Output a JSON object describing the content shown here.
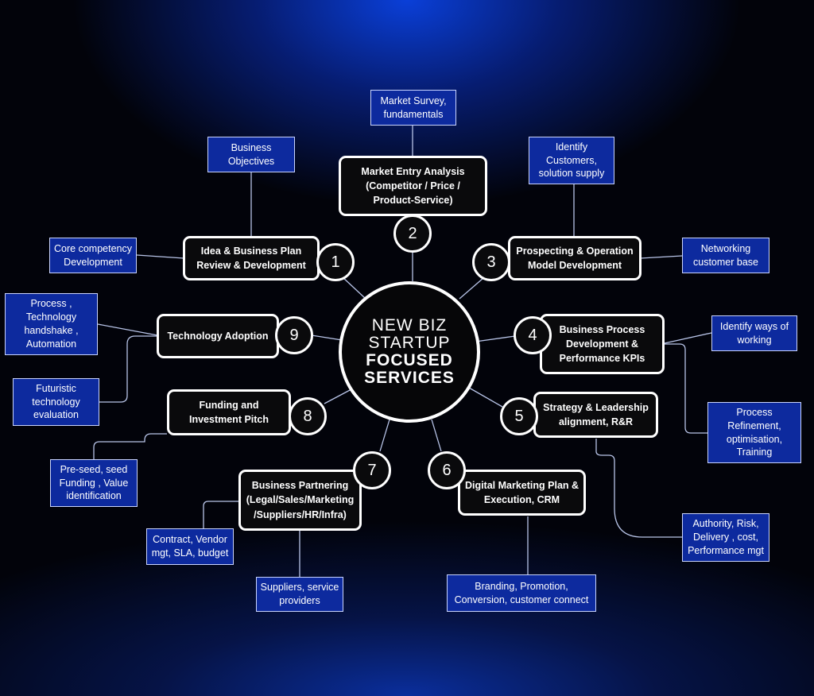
{
  "center": {
    "line1": "NEW BIZ",
    "line2": "STARTUP",
    "line3": "FOCUSED",
    "line4": "SERVICES"
  },
  "nodes": [
    {
      "number": "1",
      "label": "Idea & Business Plan\nReview & Development"
    },
    {
      "number": "2",
      "label": "Market Entry Analysis\n(Competitor / Price /\nProduct-Service)"
    },
    {
      "number": "3",
      "label": "Prospecting & Operation\nModel Development"
    },
    {
      "number": "4",
      "label": "Business Process\nDevelopment &\nPerformance KPIs"
    },
    {
      "number": "5",
      "label": "Strategy & Leadership\nalignment, R&R"
    },
    {
      "number": "6",
      "label": "Digital Marketing Plan &\nExecution, CRM"
    },
    {
      "number": "7",
      "label": "Business Partnering\n(Legal/Sales/Marketing\n/Suppliers/HR/Infra)"
    },
    {
      "number": "8",
      "label": "Funding and\nInvestment Pitch"
    },
    {
      "number": "9",
      "label": "Technology Adoption"
    }
  ],
  "leaves": {
    "business_objectives": "Business\nObjectives",
    "core_competency": "Core competency\nDevelopment",
    "market_survey": "Market Survey,\nfundamentals",
    "identify_customers": "Identify\nCustomers,\nsolution supply",
    "networking": "Networking\ncustomer base",
    "identify_ways": "Identify ways of\nworking",
    "process_refinement": "Process\nRefinement,\noptimisation,\nTraining",
    "authority_risk": "Authority, Risk,\nDelivery , cost,\nPerformance mgt",
    "branding": "Branding, Promotion,\nConversion, customer connect",
    "suppliers": "Suppliers, service\nproviders",
    "contract_vendor": "Contract, Vendor\nmgt, SLA, budget",
    "preseed": "Pre-seed, seed\nFunding , Value\nidentification",
    "futuristic": "Futuristic\ntechnology\nevaluation",
    "process_tech": "Process ,\nTechnology\nhandshake ,\nAutomation"
  },
  "colors": {
    "leaf_fill": "#0d2a9e",
    "node_fill": "#0a0a0c",
    "line": "#b8c4e8"
  }
}
